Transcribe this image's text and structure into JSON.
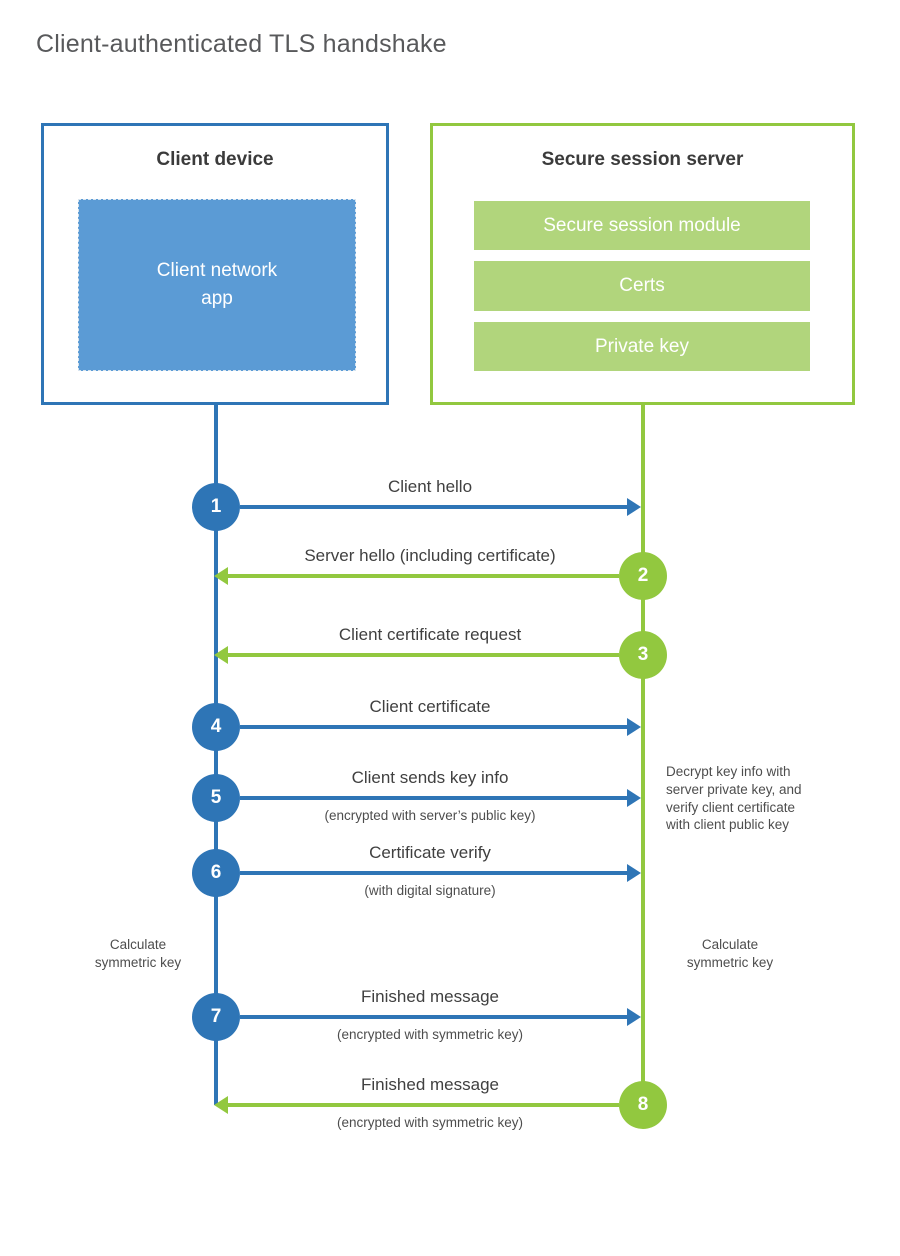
{
  "title": "Client-authenticated TLS handshake",
  "colors": {
    "blue_accent": "#2e75b6",
    "blue_fill": "#5b9bd5",
    "green_accent": "#92c83f",
    "green_fill": "#b1d57c",
    "title_gray": "#58595b",
    "heading_dark": "#3b3b3b",
    "label_dark": "#404040"
  },
  "client": {
    "title": "Client device",
    "app_label": "Client network\napp"
  },
  "server": {
    "title": "Secure session server",
    "modules": [
      "Secure session module",
      "Certs",
      "Private key"
    ]
  },
  "steps": [
    {
      "num": "1",
      "label": "Client hello",
      "direction": "client-to-server"
    },
    {
      "num": "2",
      "label": "Server hello (including certificate)",
      "direction": "server-to-client"
    },
    {
      "num": "3",
      "label": "Client certificate request",
      "direction": "server-to-client"
    },
    {
      "num": "4",
      "label": "Client certificate",
      "direction": "client-to-server"
    },
    {
      "num": "5",
      "label": "Client sends key info",
      "sub": "(encrypted with server’s public key)",
      "direction": "client-to-server"
    },
    {
      "num": "6",
      "label": "Certificate verify",
      "sub": "(with digital signature)",
      "direction": "client-to-server"
    },
    {
      "num": "7",
      "label": "Finished message",
      "sub": "(encrypted with symmetric key)",
      "direction": "client-to-server"
    },
    {
      "num": "8",
      "label": "Finished message",
      "sub": "(encrypted with symmetric key)",
      "direction": "server-to-client"
    }
  ],
  "annotations": {
    "decrypt_note": "Decrypt key info with\nserver private key, and\nverify client certificate\nwith client public key",
    "calc_left": "Calculate\nsymmetric key",
    "calc_right": "Calculate\nsymmetric key"
  }
}
